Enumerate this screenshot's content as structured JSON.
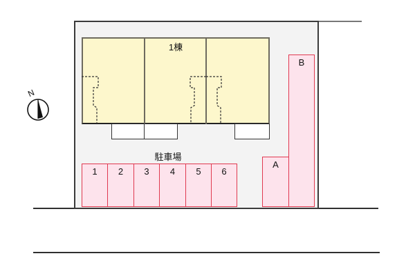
{
  "building": {
    "label": "1棟",
    "fill_color": "#fdf7cc",
    "unit_count": 3
  },
  "parking": {
    "label": "駐車場",
    "fill_color": "#fde3ec",
    "border_color": "#e0384f",
    "slots": [
      "1",
      "2",
      "3",
      "4",
      "5",
      "6"
    ],
    "extra_slots": [
      "A",
      "B"
    ]
  },
  "compass": {
    "label": "N",
    "icon": "north-arrow-icon"
  },
  "lot": {
    "fill_color": "#f3f3f3"
  }
}
